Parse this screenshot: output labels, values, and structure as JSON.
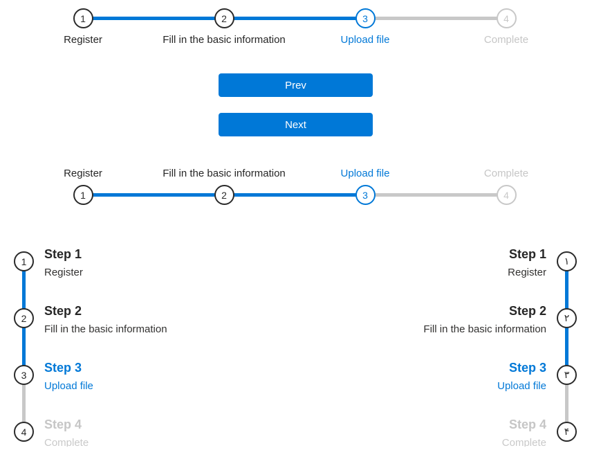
{
  "colors": {
    "accent": "#0078d7",
    "finish": "#2b2b2b",
    "pending": "#c8c8c8",
    "background": "#ffffff"
  },
  "buttons": {
    "prev_label": "Prev",
    "next_label": "Next"
  },
  "steps": {
    "current_step": 3,
    "items": [
      {
        "number": "1",
        "number_rtl": "۱",
        "title": "Step 1",
        "label": "Register",
        "state": "finish"
      },
      {
        "number": "2",
        "number_rtl": "۲",
        "title": "Step 2",
        "label": "Fill in the basic information",
        "state": "finish"
      },
      {
        "number": "3",
        "number_rtl": "۳",
        "title": "Step 3",
        "label": "Upload file",
        "state": "active"
      },
      {
        "number": "4",
        "number_rtl": "۴",
        "title": "Step 4",
        "label": "Complete",
        "state": "pending"
      }
    ]
  }
}
